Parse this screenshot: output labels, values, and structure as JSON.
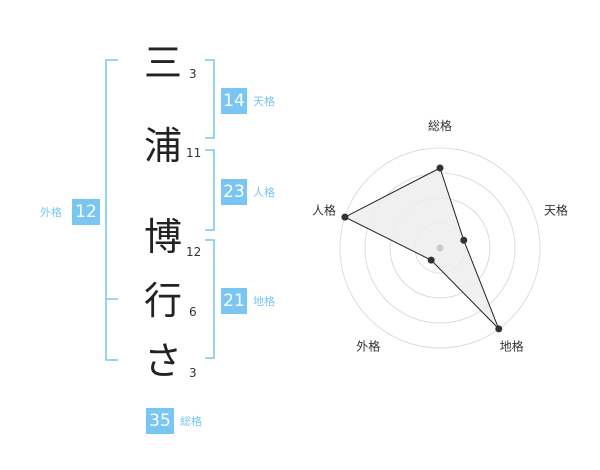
{
  "name_chars": [
    {
      "char": "三",
      "strokes": "3"
    },
    {
      "char": "浦",
      "strokes": "11"
    },
    {
      "char": "博",
      "strokes": "12"
    },
    {
      "char": "行",
      "strokes": "6"
    },
    {
      "char": "さ",
      "strokes": "3"
    }
  ],
  "fortunes": {
    "ten": {
      "value": "14",
      "label": "天格"
    },
    "jin": {
      "value": "23",
      "label": "人格"
    },
    "chi": {
      "value": "21",
      "label": "地格"
    },
    "gai": {
      "value": "12",
      "label": "外格"
    },
    "sou": {
      "value": "35",
      "label": "総格"
    }
  },
  "radar": {
    "axes": [
      "総格",
      "天格",
      "地格",
      "外格",
      "人格"
    ],
    "levels": [
      0.8,
      0.25,
      1.0,
      0.15,
      1.0
    ],
    "colors": {
      "fill": "#ededed",
      "stroke": "#222222",
      "ring": "#dddddd"
    }
  },
  "accent_color": "#79c6f2"
}
